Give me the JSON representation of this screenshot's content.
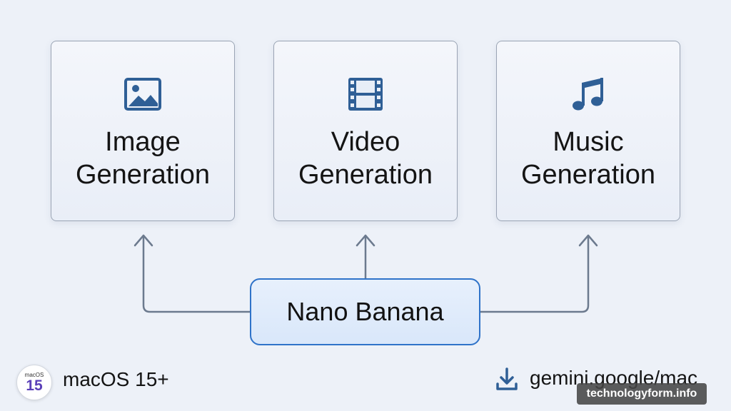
{
  "cards": [
    {
      "label": "Image\nGeneration",
      "icon": "image-icon"
    },
    {
      "label": "Video\nGeneration",
      "icon": "film-icon"
    },
    {
      "label": "Music\nGeneration",
      "icon": "music-note-icon"
    }
  ],
  "hub": {
    "label": "Nano Banana"
  },
  "footer": {
    "os_badge_small": "macOS",
    "os_badge_big": "15",
    "os_text": "macOS 15+",
    "download_icon": "download-icon",
    "download_text": "gemini.google/mac",
    "watermark": "technologyform.info"
  },
  "colors": {
    "accent": "#2f73c9",
    "icon": "#2f5f96",
    "connector": "#6c7a8e",
    "background": "#edf1f8"
  }
}
